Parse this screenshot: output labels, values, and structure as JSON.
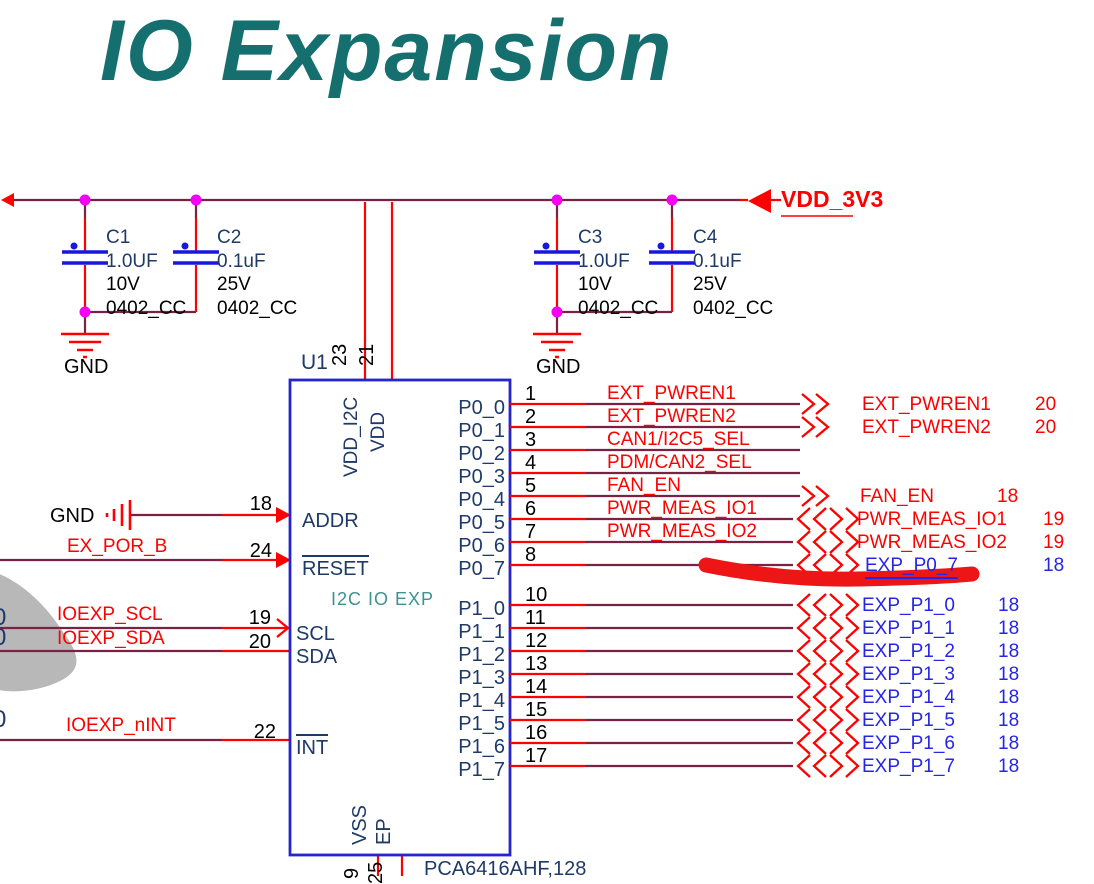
{
  "title": "IO Expansion",
  "power_net": "VDD_3V3",
  "ground_label": "GND",
  "capacitors": [
    {
      "ref": "C1",
      "value": "1.0UF",
      "voltage": "10V",
      "footprint": "0402_CC"
    },
    {
      "ref": "C2",
      "value": "0.1uF",
      "voltage": "25V",
      "footprint": "0402_CC"
    },
    {
      "ref": "C3",
      "value": "1.0UF",
      "voltage": "10V",
      "footprint": "0402_CC"
    },
    {
      "ref": "C4",
      "value": "0.1uF",
      "voltage": "25V",
      "footprint": "0402_CC"
    }
  ],
  "chip": {
    "ref": "U1",
    "part": "PCA6416AHF,128",
    "function_label": "I2C IO EXP",
    "top_pins": [
      {
        "num": "23",
        "name": "VDD_I2C"
      },
      {
        "num": "21",
        "name": "VDD"
      }
    ],
    "bottom_pins": [
      {
        "num": "9",
        "name": "VSS"
      },
      {
        "num": "25",
        "name": "EP"
      }
    ],
    "left_pins": [
      {
        "num": "18",
        "name": "ADDR",
        "overline": false
      },
      {
        "num": "24",
        "name": "RESET",
        "overline": true
      },
      {
        "num": "19",
        "name": "SCL",
        "overline": false
      },
      {
        "num": "20",
        "name": "SDA",
        "overline": false
      },
      {
        "num": "22",
        "name": "INT",
        "overline": true
      }
    ],
    "left_nets": {
      "addr_gnd": "GND",
      "reset": "EX_POR_B",
      "scl": "IOEXP_SCL",
      "sda": "IOEXP_SDA",
      "int": "IOEXP_nINT"
    }
  },
  "p0_rows": [
    {
      "pin": "1",
      "name": "P0_0",
      "net": "EXT_PWREN1",
      "conn": "out",
      "label": "EXT_PWREN1",
      "page": "20",
      "color": "red"
    },
    {
      "pin": "2",
      "name": "P0_1",
      "net": "EXT_PWREN2",
      "conn": "out",
      "label": "EXT_PWREN2",
      "page": "20",
      "color": "red"
    },
    {
      "pin": "3",
      "name": "P0_2",
      "net": "CAN1/I2C5_SEL",
      "conn": "none",
      "label": "",
      "page": "",
      "color": "red"
    },
    {
      "pin": "4",
      "name": "P0_3",
      "net": "PDM/CAN2_SEL",
      "conn": "none",
      "label": "",
      "page": "",
      "color": "red"
    },
    {
      "pin": "5",
      "name": "P0_4",
      "net": "FAN_EN",
      "conn": "out",
      "label": "FAN_EN",
      "page": "18",
      "color": "red"
    },
    {
      "pin": "6",
      "name": "P0_5",
      "net": "PWR_MEAS_IO1",
      "conn": "bidir",
      "label": "PWR_MEAS_IO1",
      "page": "19",
      "color": "red"
    },
    {
      "pin": "7",
      "name": "P0_6",
      "net": "PWR_MEAS_IO2",
      "conn": "bidir",
      "label": "PWR_MEAS_IO2",
      "page": "19",
      "color": "red"
    },
    {
      "pin": "8",
      "name": "P0_7",
      "net": "",
      "conn": "bidir",
      "label": "EXP_P0_7",
      "page": "18",
      "color": "blue",
      "underline": true
    }
  ],
  "p1_rows": [
    {
      "pin": "10",
      "name": "P1_0",
      "net": "",
      "conn": "bidir",
      "label": "EXP_P1_0",
      "page": "18",
      "color": "blue"
    },
    {
      "pin": "11",
      "name": "P1_1",
      "net": "",
      "conn": "bidir",
      "label": "EXP_P1_1",
      "page": "18",
      "color": "blue"
    },
    {
      "pin": "12",
      "name": "P1_2",
      "net": "",
      "conn": "bidir",
      "label": "EXP_P1_2",
      "page": "18",
      "color": "blue"
    },
    {
      "pin": "13",
      "name": "P1_3",
      "net": "",
      "conn": "bidir",
      "label": "EXP_P1_3",
      "page": "18",
      "color": "blue"
    },
    {
      "pin": "14",
      "name": "P1_4",
      "net": "",
      "conn": "bidir",
      "label": "EXP_P1_4",
      "page": "18",
      "color": "blue"
    },
    {
      "pin": "15",
      "name": "P1_5",
      "net": "",
      "conn": "bidir",
      "label": "EXP_P1_5",
      "page": "18",
      "color": "blue"
    },
    {
      "pin": "16",
      "name": "P1_6",
      "net": "",
      "conn": "bidir",
      "label": "EXP_P1_6",
      "page": "18",
      "color": "blue"
    },
    {
      "pin": "17",
      "name": "P1_7",
      "net": "",
      "conn": "bidir",
      "label": "EXP_P1_7",
      "page": "18",
      "color": "blue"
    }
  ],
  "edge_fragments": [
    "0",
    "0",
    "0"
  ],
  "marker_annotation": {
    "type": "freehand-underline",
    "highlights": "EXP_P0_7"
  },
  "colors": {
    "accent_title": "#166f6f",
    "wire": "#7a2144",
    "pin_wire": "#ff0000",
    "junction": "#f400f4",
    "component_blue": "#1717dd",
    "chip_outline": "#2525cd",
    "text_navy": "#1e3a68",
    "net_red": "#ff0000",
    "net_blue": "#2525e8",
    "teal_label": "#3f9090",
    "marker": "#ed1515",
    "blob_gray": "#b8b8b8"
  }
}
